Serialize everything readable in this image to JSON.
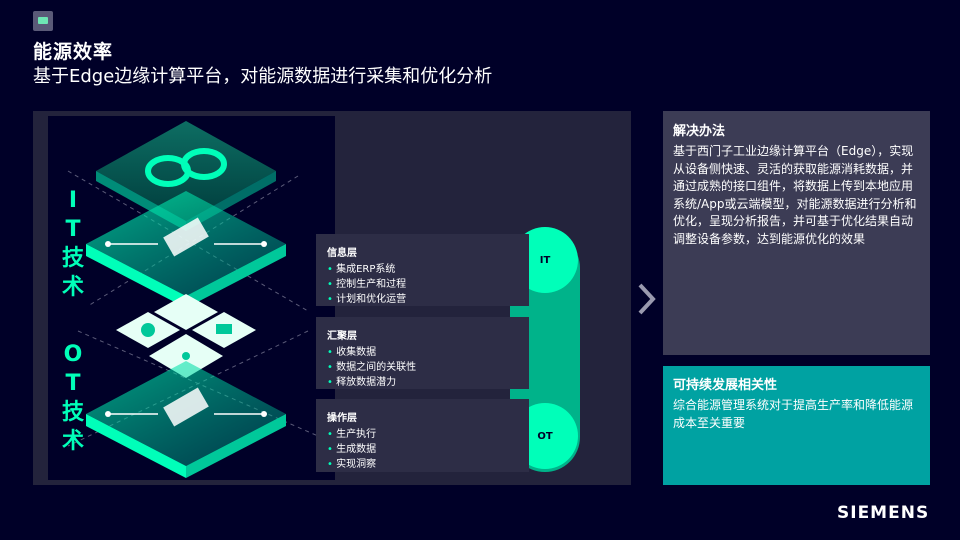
{
  "header": {
    "title": "能源效率",
    "subtitle": "基于Edge边缘计算平台，对能源数据进行采集和优化分析"
  },
  "side_labels": {
    "it": [
      "I",
      "T",
      "技",
      "术"
    ],
    "ot": [
      "O",
      "T",
      "技",
      "术"
    ]
  },
  "layers": [
    {
      "title": "信息层",
      "items": [
        "集成ERP系统",
        "控制生产和过程",
        "计划和优化运营"
      ]
    },
    {
      "title": "汇聚层",
      "items": [
        "收集数据",
        "数据之间的关联性",
        "释放数据潜力"
      ]
    },
    {
      "title": "操作层",
      "items": [
        "生产执行",
        "生成数据",
        "实现洞察"
      ]
    }
  ],
  "connector": {
    "top_label": "IT",
    "bottom_label": "OT"
  },
  "solution": {
    "title": "解决办法",
    "text": "基于西门子工业边缘计算平台（Edge），实现从设备侧快速、灵活的获取能源消耗数据，并通过成熟的接口组件，将数据上传到本地应用系统/App或云端模型，对能源数据进行分析和优化，呈现分析报告，并可基于优化结果自动调整设备参数，达到能源优化的效果"
  },
  "sustainability": {
    "title": "可持续发展相关性",
    "text": "综合能源管理系统对于提高生产率和降低能源成本至关重要"
  },
  "brand": "SIEMENS",
  "colors": {
    "background": "#000028",
    "accent": "#00ffb9",
    "teal_panel": "#00a2a2",
    "card": "#2d2d46",
    "solution_panel": "#3c3c55"
  }
}
